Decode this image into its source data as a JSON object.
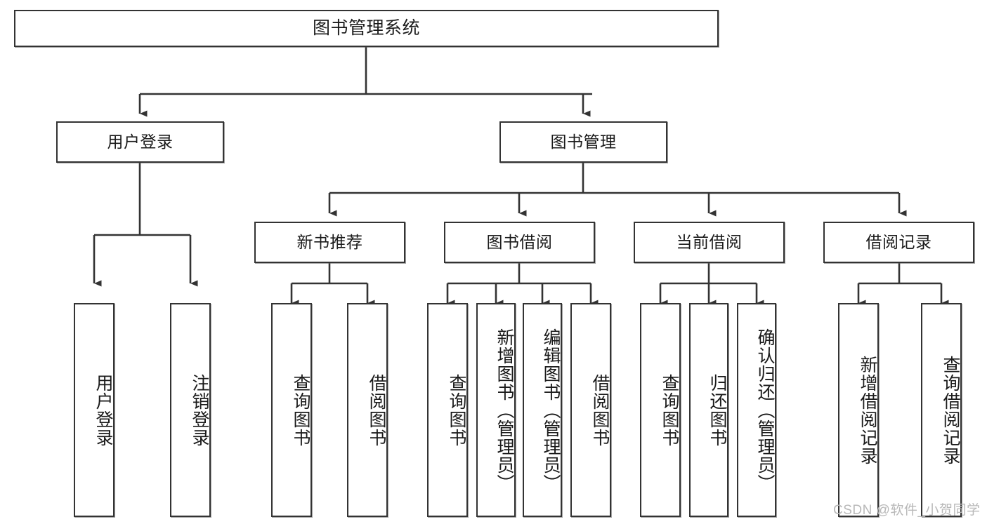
{
  "diagram": {
    "title": "图书管理系统",
    "type": "tree",
    "watermark": "CSDN @软件_小贺同学",
    "colors": {
      "stroke": "#333333",
      "fill": "#ffffff",
      "text": "#1a1a1a",
      "watermark": "#b8b8b8"
    },
    "root": {
      "label": "图书管理系统"
    },
    "level1": [
      {
        "label": "用户登录"
      },
      {
        "label": "图书管理"
      }
    ],
    "level2": [
      {
        "label": "新书推荐"
      },
      {
        "label": "图书借阅"
      },
      {
        "label": "当前借阅"
      },
      {
        "label": "借阅记录"
      }
    ],
    "leaves": {
      "user_login": [
        {
          "label": "用户登录"
        },
        {
          "label": "注销登录"
        }
      ],
      "new_books": [
        {
          "label": "查询图书"
        },
        {
          "label": "借阅图书"
        }
      ],
      "book_borrow": [
        {
          "label": "查询图书"
        },
        {
          "label": "新增图书（管理员）"
        },
        {
          "label": "编辑图书（管理员）"
        },
        {
          "label": "借阅图书"
        }
      ],
      "current_borrow": [
        {
          "label": "查询图书"
        },
        {
          "label": "归还图书"
        },
        {
          "label": "确认归还（管理员）"
        }
      ],
      "borrow_record": [
        {
          "label": "新增借阅记录"
        },
        {
          "label": "查询借阅记录"
        }
      ]
    }
  }
}
